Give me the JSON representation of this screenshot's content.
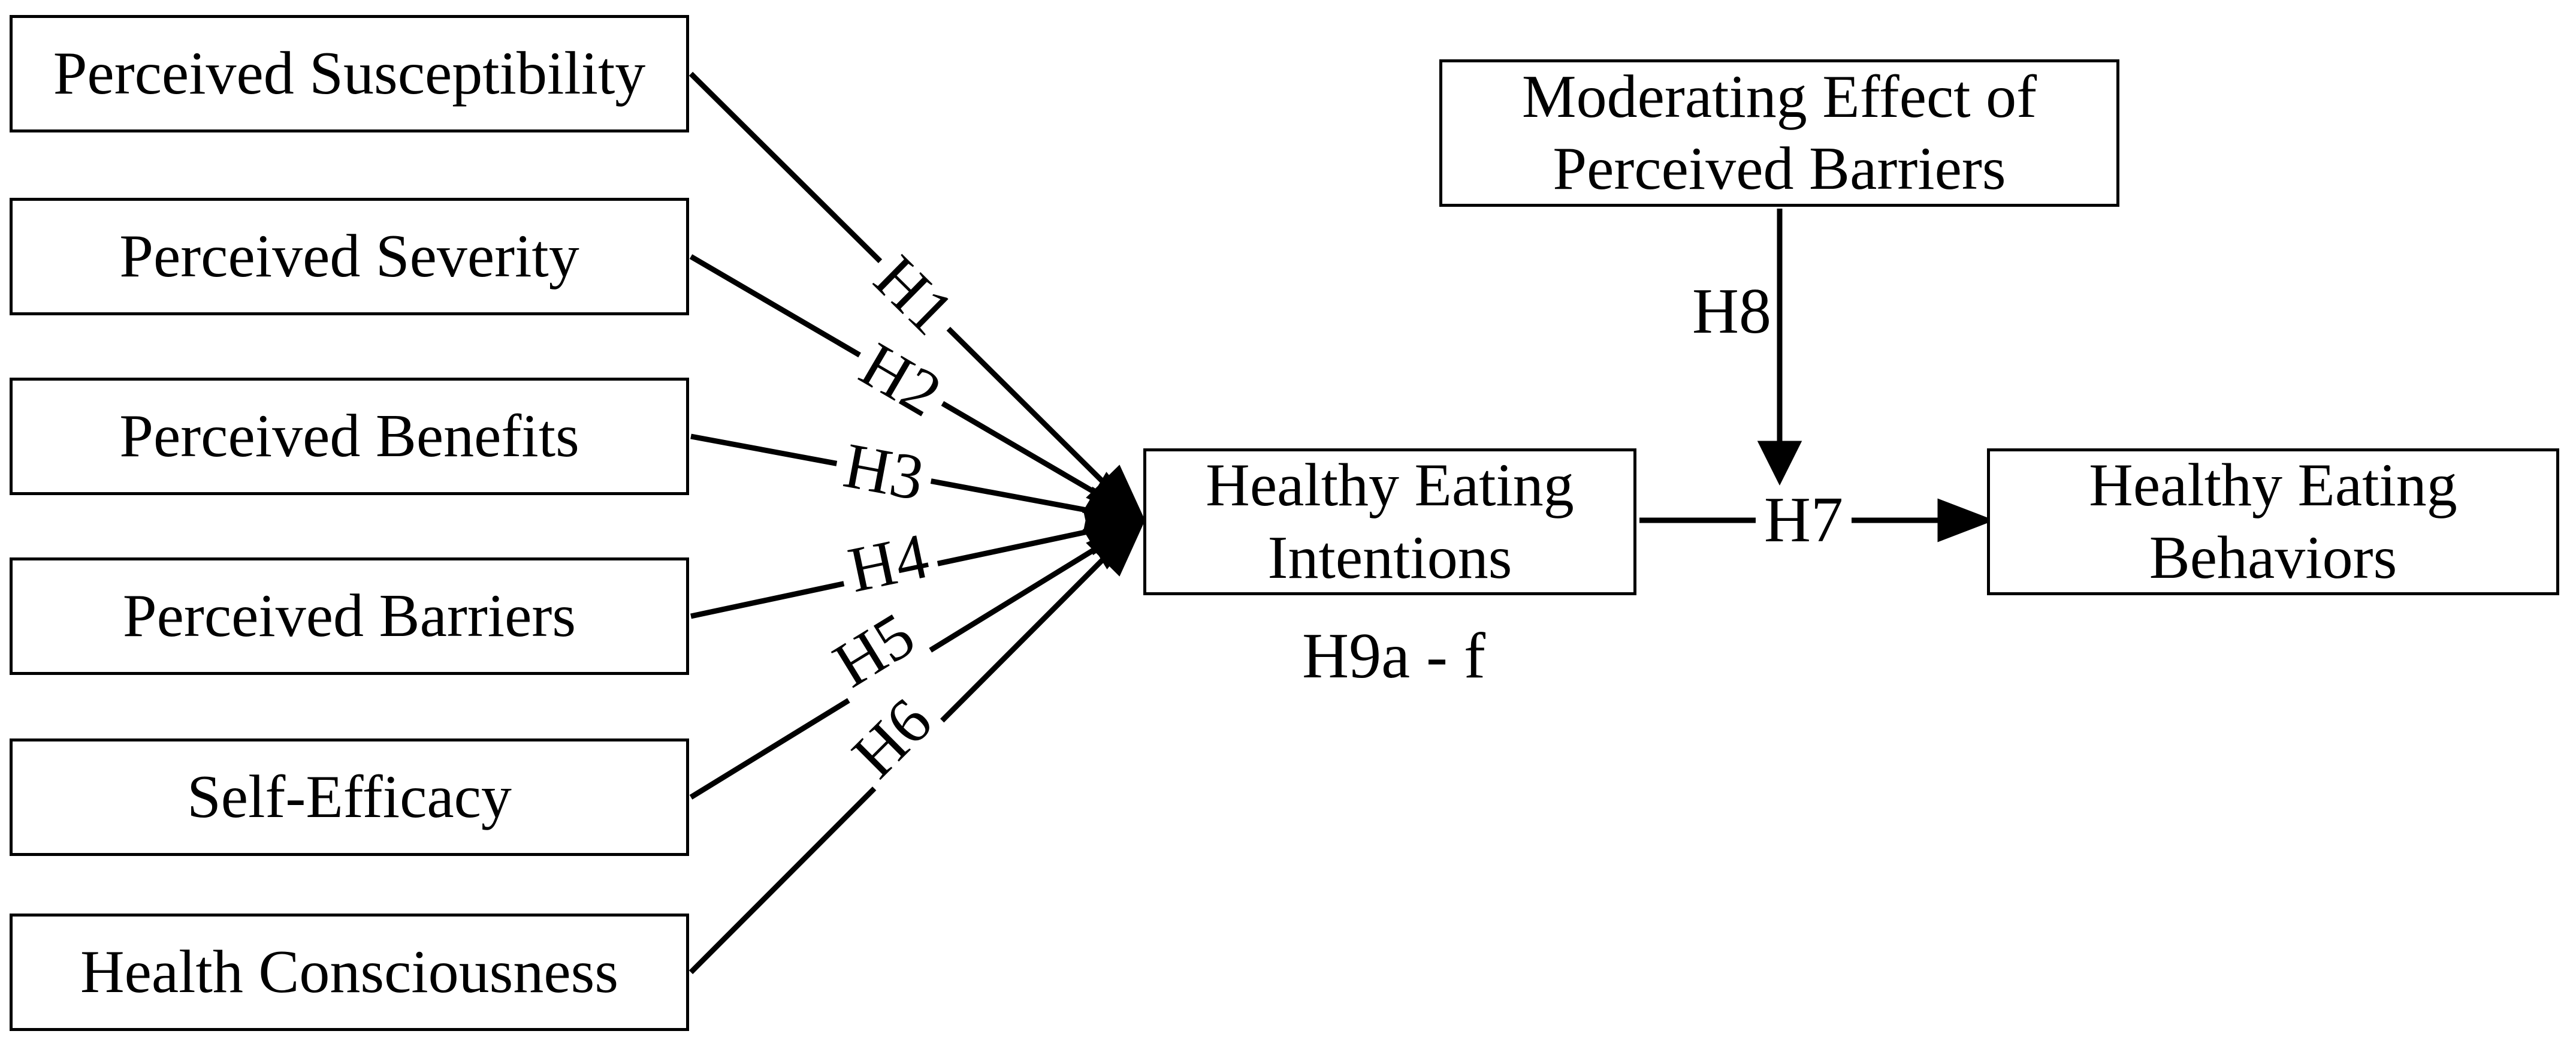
{
  "diagram": {
    "colors": {
      "stroke": "#000000",
      "background": "#ffffff"
    },
    "predictors": [
      {
        "label": "Perceived Susceptibility",
        "hypothesis": "H1"
      },
      {
        "label": "Perceived Severity",
        "hypothesis": "H2"
      },
      {
        "label": "Perceived Benefits",
        "hypothesis": "H3"
      },
      {
        "label": "Perceived Barriers",
        "hypothesis": "H4"
      },
      {
        "label": "Self-Efficacy",
        "hypothesis": "H5"
      },
      {
        "label": "Health Consciousness",
        "hypothesis": "H6"
      }
    ],
    "intentions_box": {
      "label": "Healthy Eating Intentions"
    },
    "behaviors_box": {
      "label": "Healthy Eating Behaviors"
    },
    "moderator_box": {
      "label": "Moderating Effect of Perceived Barriers"
    },
    "paths": {
      "intention_to_behavior": "H7",
      "moderation": "H8",
      "mediation": "H9a - f"
    }
  }
}
